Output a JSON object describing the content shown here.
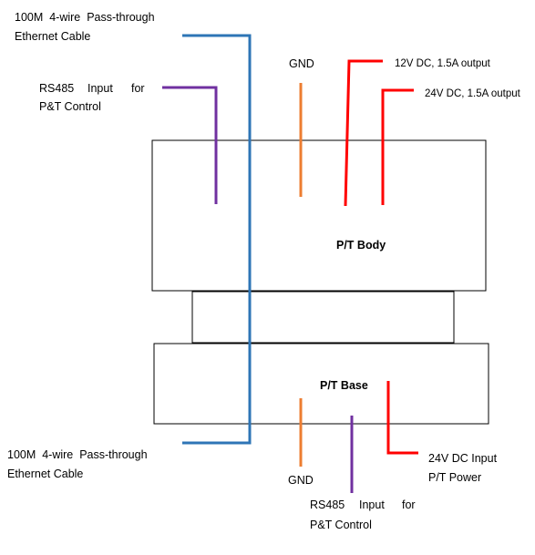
{
  "labels": {
    "top_cable_line1": "100M  4-wire  Pass-through",
    "top_cable_line2": "Ethernet Cable",
    "top_rs485_part1": "RS485",
    "top_rs485_part2": "Input",
    "top_rs485_part3": "for",
    "top_rs485_line2": "P&T Control",
    "top_gnd": "GND",
    "out_12v": "12V DC, 1.5A output",
    "out_24v": "24V DC, 1.5A output",
    "body_title": "P/T Body",
    "base_title": "P/T Base",
    "bottom_cable_line1": "100M  4-wire  Pass-through",
    "bottom_cable_line2": "Ethernet Cable",
    "bottom_gnd": "GND",
    "bottom_rs485_part1": "RS485",
    "bottom_rs485_part2": "Input",
    "bottom_rs485_part3": "for",
    "bottom_rs485_line2": "P&T Control",
    "power_in_line1": "24V DC Input",
    "power_in_line2": "P/T Power"
  },
  "colors": {
    "ethernet": "#2e75b6",
    "rs485": "#7030a0",
    "gnd": "#ed7d31",
    "power": "#ff0000",
    "box_stroke": "#000000"
  }
}
